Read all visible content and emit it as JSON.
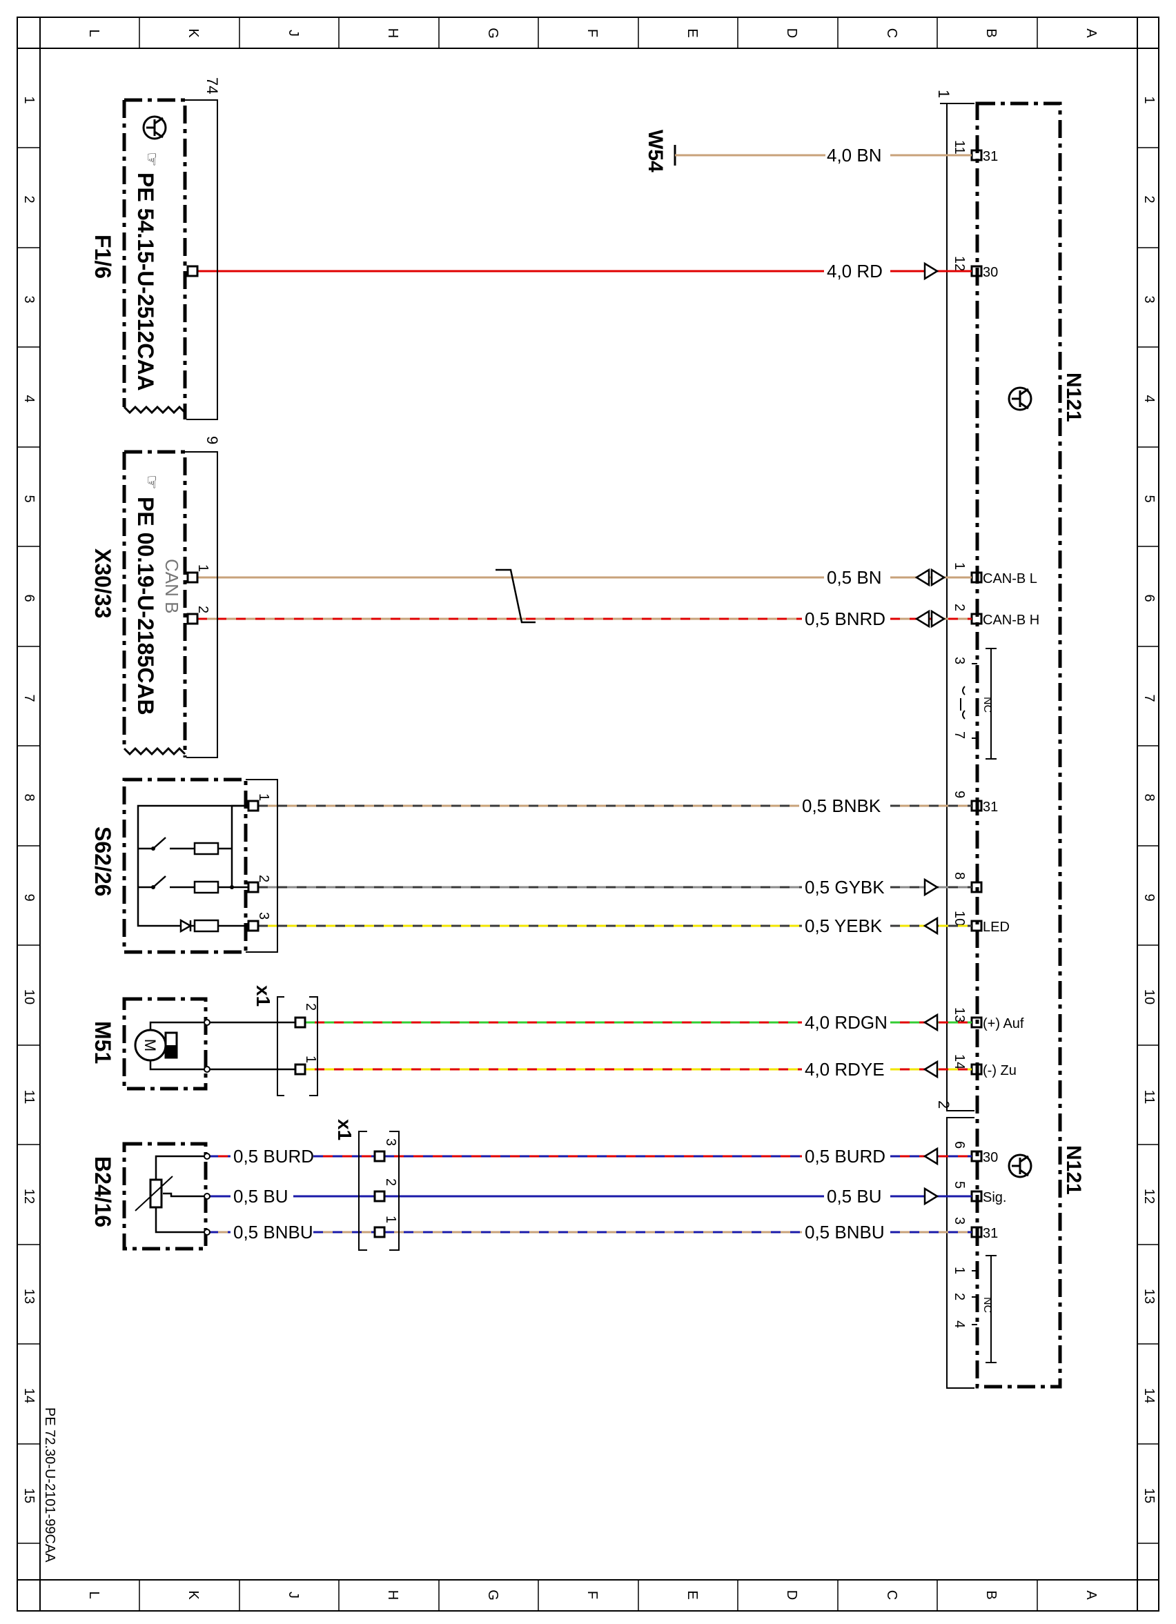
{
  "grid": {
    "columns": [
      "L",
      "K",
      "J",
      "H",
      "G",
      "F",
      "E",
      "D",
      "C",
      "B",
      "A"
    ],
    "rows": [
      "1",
      "2",
      "3",
      "4",
      "5",
      "6",
      "7",
      "8",
      "9",
      "10",
      "11",
      "12",
      "13",
      "14",
      "15"
    ]
  },
  "document_ref": "PE 72.30-U-2101-99CAA",
  "colors": {
    "BN": "#c8a27a",
    "RD": "#e00000",
    "BK": "#3a3a3a",
    "GY": "#8c8c8c",
    "YE": "#f2e600",
    "GN": "#33cc33",
    "BU": "#1a1aa8",
    "frame": "#000000"
  },
  "components": {
    "f1_6": {
      "name": "F1/6",
      "ref": "PE 54.15-U-2512CAA",
      "ref_number": "74",
      "icon": "transistor-symbol-icon",
      "hand_icon": "pointing-hand-icon"
    },
    "x30_33": {
      "name": "X30/33",
      "ref": "PE 00.19-U-2185CAB",
      "ref_number": "9",
      "bus_label": "CAN B",
      "hand_icon": "pointing-hand-icon",
      "pins": [
        "1",
        "2"
      ]
    },
    "s62_26": {
      "name": "S62/26",
      "pins": [
        "1",
        "2",
        "3"
      ]
    },
    "m51": {
      "name": "M51",
      "motor_letter": "M"
    },
    "b24_16": {
      "name": "B24/16"
    },
    "w54": {
      "name": "W54"
    },
    "n121_upper": {
      "name": "N121",
      "ref_number": "1",
      "icon": "transistor-symbol-icon"
    },
    "n121_lower": {
      "name": "N121",
      "ref_number": "2",
      "icon": "transistor-symbol-icon"
    },
    "connector_x1_m51": {
      "name": "x1",
      "pins": [
        "2",
        "1"
      ]
    },
    "connector_x1_b24": {
      "name": "x1",
      "pins": [
        "3",
        "2",
        "1"
      ]
    }
  },
  "wires": [
    {
      "id": "w54-31",
      "label": "4,0 BN",
      "colors": [
        "BN"
      ],
      "n121_pin": "11",
      "terminal": "31"
    },
    {
      "id": "f16-30",
      "label": "4,0 RD",
      "colors": [
        "RD"
      ],
      "n121_pin": "12",
      "terminal": "30"
    },
    {
      "id": "can-l",
      "label": "0,5 BN",
      "colors": [
        "BN"
      ],
      "n121_pin": "1",
      "terminal": "CAN-B L"
    },
    {
      "id": "can-h",
      "label": "0,5 BNRD",
      "colors": [
        "BN",
        "RD"
      ],
      "n121_pin": "2",
      "terminal": "CAN-B H"
    },
    {
      "id": "s62-1",
      "label": "0,5 BNBK",
      "colors": [
        "BN",
        "BK"
      ],
      "n121_pin": "9",
      "terminal": "31"
    },
    {
      "id": "s62-2",
      "label": "0,5 GYBK",
      "colors": [
        "GY",
        "BK"
      ],
      "n121_pin": "8",
      "terminal": ""
    },
    {
      "id": "s62-3",
      "label": "0,5 YEBK",
      "colors": [
        "YE",
        "BK"
      ],
      "n121_pin": "10",
      "terminal": "LED"
    },
    {
      "id": "m51-2",
      "label": "4,0 RDGN",
      "colors": [
        "RD",
        "GN"
      ],
      "n121_pin": "13",
      "terminal": "(+) Auf"
    },
    {
      "id": "m51-1",
      "label": "4,0 RDYE",
      "colors": [
        "RD",
        "YE"
      ],
      "n121_pin": "14",
      "terminal": "(-) Zu"
    },
    {
      "id": "b24-3",
      "label": "0,5 BURD",
      "colors": [
        "RD",
        "BU"
      ],
      "n121_pin": "6",
      "terminal": "30",
      "left_label": "0,5 BURD"
    },
    {
      "id": "b24-2",
      "label": "0,5 BU",
      "colors": [
        "BU"
      ],
      "n121_pin": "5",
      "terminal": "Sig.",
      "left_label": "0,5 BU"
    },
    {
      "id": "b24-1",
      "label": "0,5 BNBU",
      "colors": [
        "BN",
        "BU"
      ],
      "n121_pin": "3",
      "terminal": "31",
      "left_label": "0,5 BNBU"
    }
  ],
  "nc_upper": {
    "label": "NC",
    "pins": [
      "3",
      "7"
    ]
  },
  "nc_lower": {
    "label": "NC",
    "pins": [
      "1",
      "2",
      "4"
    ]
  }
}
